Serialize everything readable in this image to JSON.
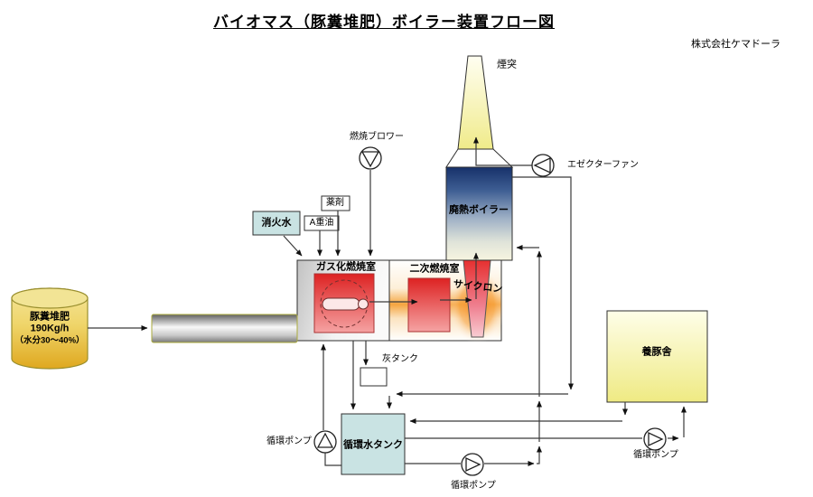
{
  "meta": {
    "title": "バイオマス（豚糞堆肥）ボイラー装置フロー図",
    "company": "株式会社ケマドーラ"
  },
  "nodes": {
    "chimney": "煙突",
    "ejector_fan": "エゼクターファン",
    "combustion_blower": "燃焼ブロワー",
    "waste_heat_boiler": "廃熱ボイラー",
    "chemical_agent": "薬剤",
    "fire_extinguishing_water": "消火水",
    "heavy_oil_a": "A重油",
    "gasification_chamber": "ガス化燃焼室",
    "secondary_chamber": "二次燃焼室",
    "cyclone": "サイクロン",
    "manure_name": "豚糞堆肥",
    "manure_rate": "190Kg/h",
    "manure_moisture": "（水分30～40%）",
    "ash_tank": "灰タンク",
    "circulation_pump": "循環ポンプ",
    "circulating_water_tank": "循環水タンク",
    "pig_house": "養豚舎"
  },
  "colors": {
    "combustion_red": "#dd2222",
    "boiler_navy": "#17316a",
    "water_teal": "#c9e3e3",
    "manure_gold": "#dfa81f",
    "pig_house_yellow": "#efea83",
    "flame_orange": "#f5a540",
    "line_gray": "#3a3a3a"
  }
}
